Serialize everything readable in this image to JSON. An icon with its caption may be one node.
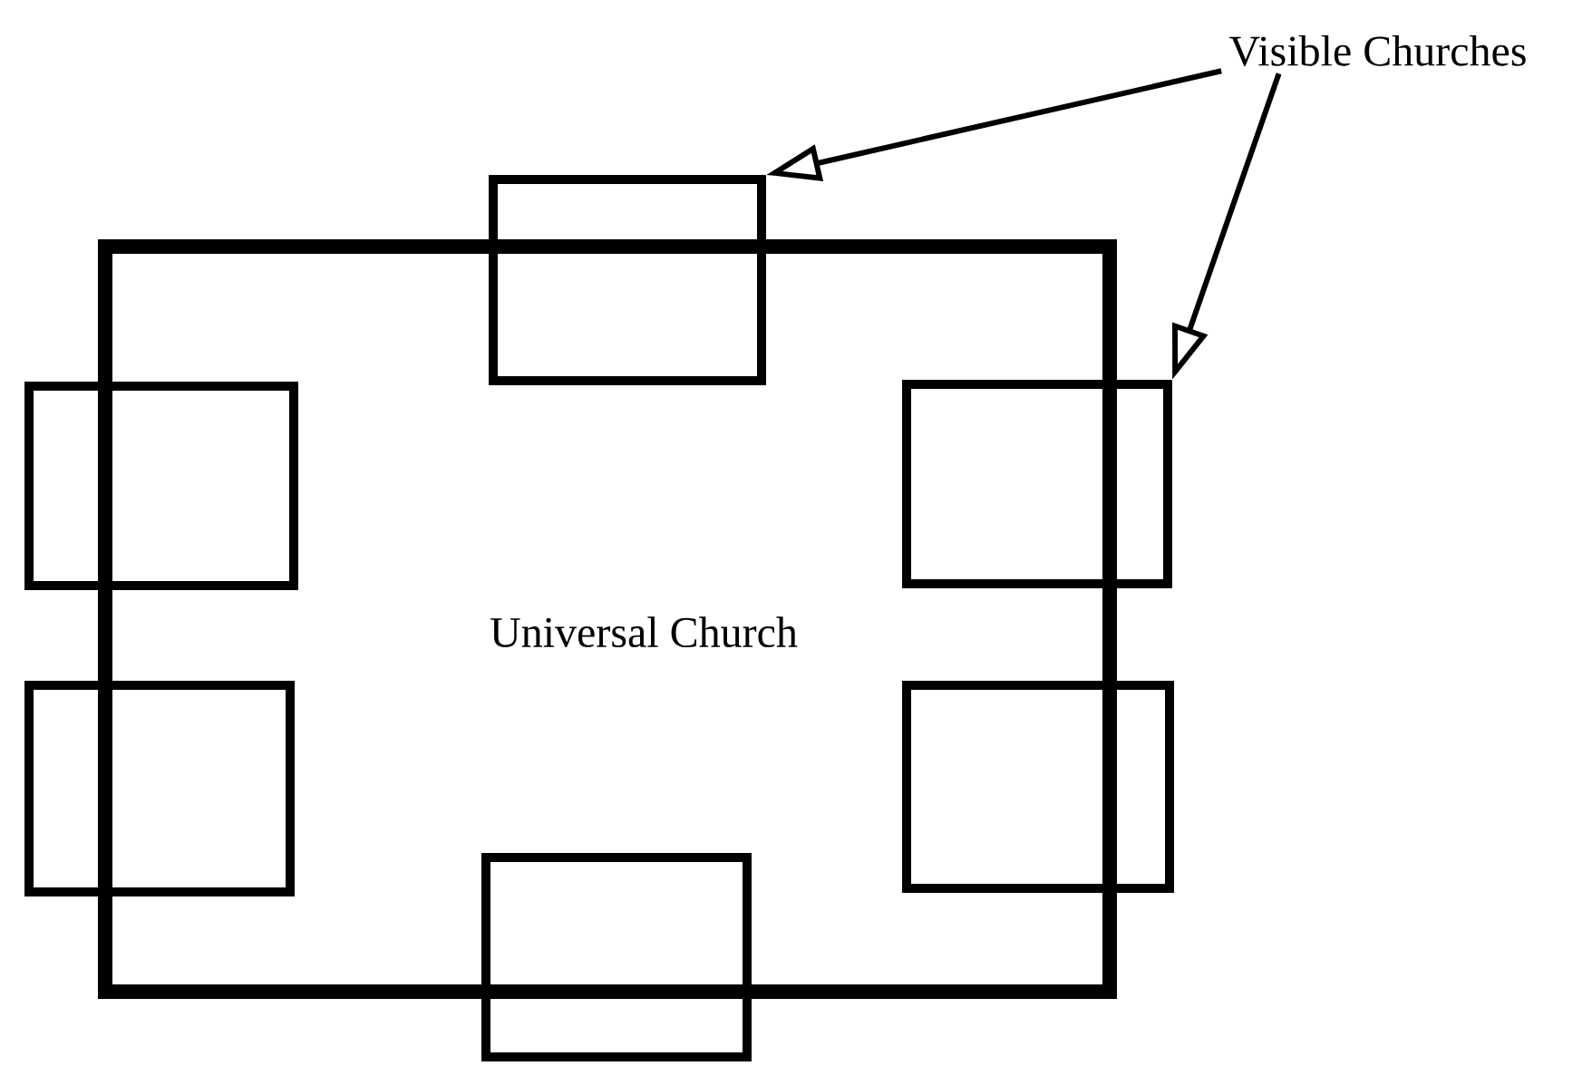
{
  "diagram": {
    "nodes": [
      {
        "text": [
          "Visible Churches"
        ]
      },
      {
        "text": [],
        "shape": "box"
      },
      {
        "text": [
          "Universal Church"
        ]
      },
      {
        "text": [],
        "shape": "box"
      },
      {
        "text": [],
        "shape": "box"
      },
      {
        "text": [],
        "shape": "box"
      },
      {
        "text": [],
        "shape": "box"
      },
      {
        "text": [],
        "shape": "box"
      }
    ],
    "edges": [
      {
        "from": 0,
        "to": 1,
        "arrow": "to"
      },
      {
        "from": 0,
        "to": 4,
        "arrow": "to"
      }
    ]
  }
}
